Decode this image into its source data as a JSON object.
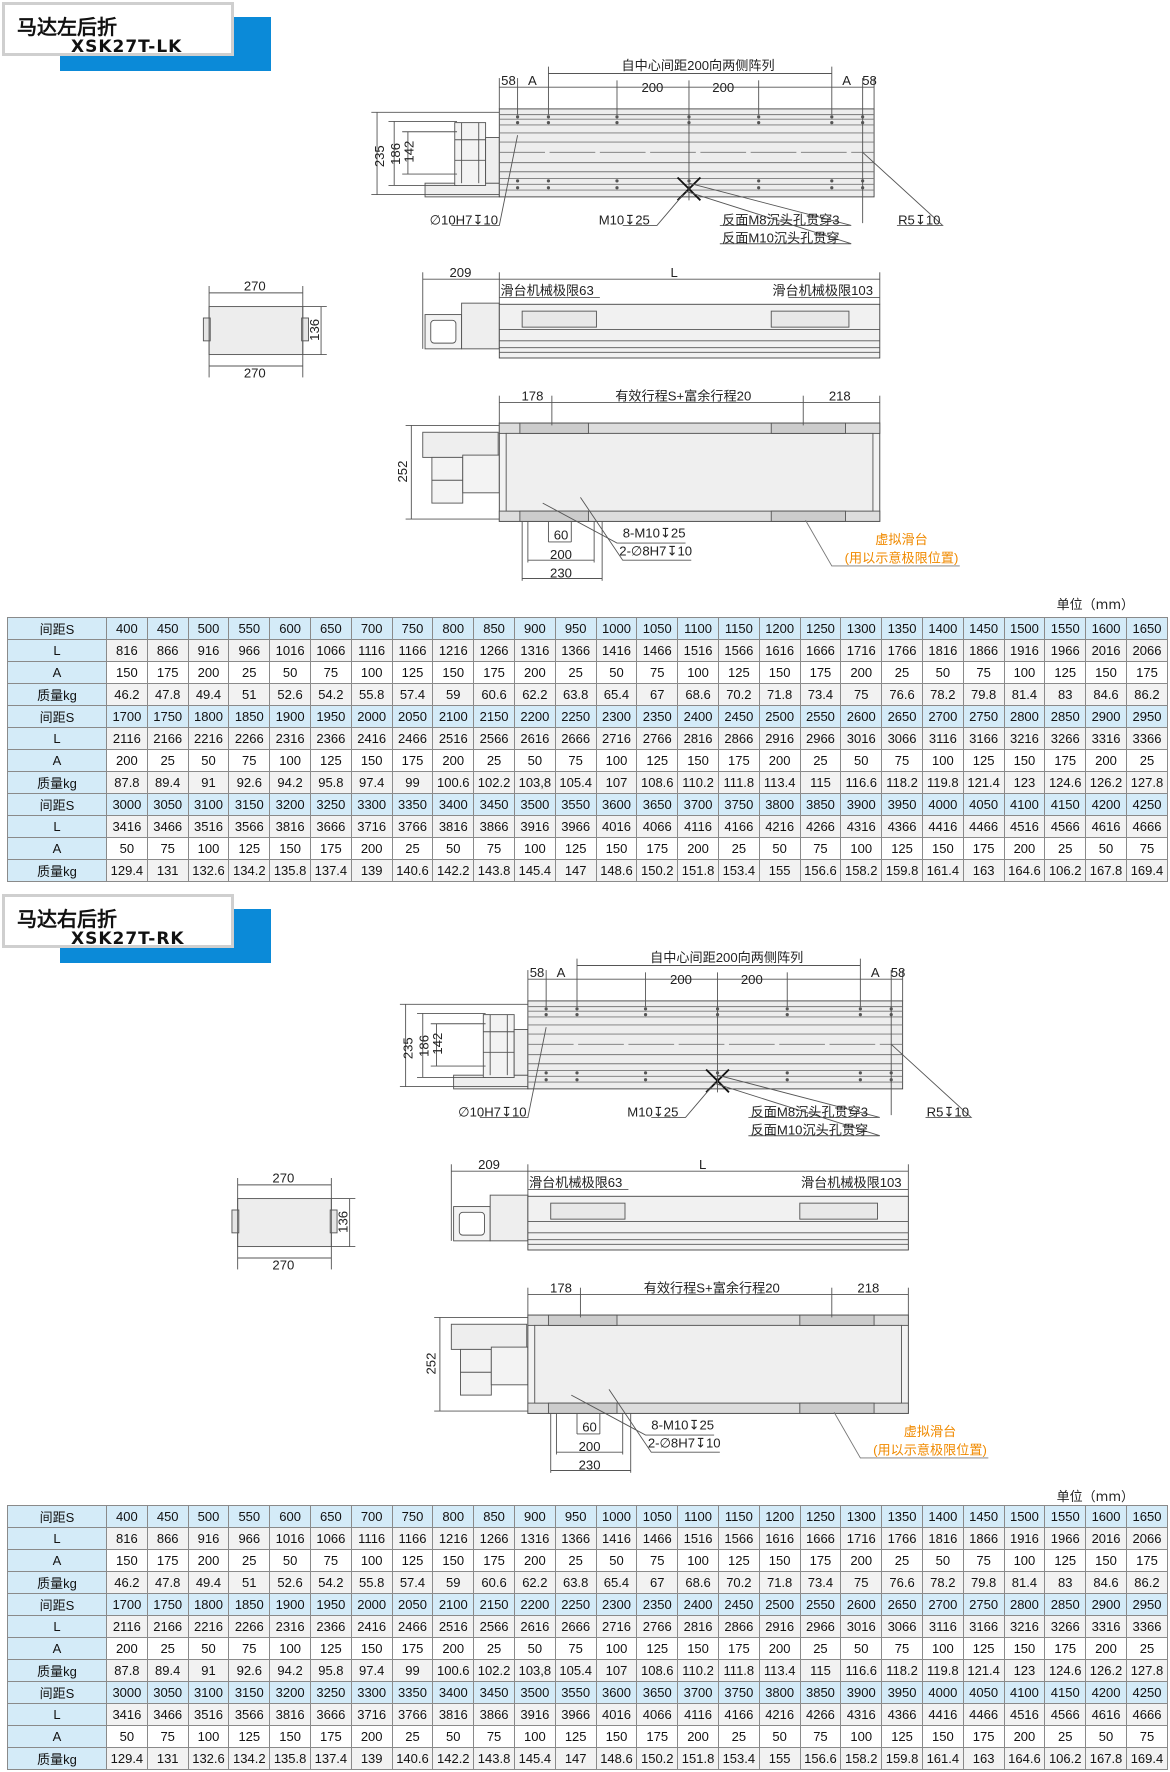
{
  "sections": [
    {
      "title": "马达左后折",
      "model": "XSK27T-LK",
      "unit": "单位（mm）",
      "table": {
        "rows": [
          {
            "label": "间距S",
            "type": "s",
            "values": [
              "400",
              "450",
              "500",
              "550",
              "600",
              "650",
              "700",
              "750",
              "800",
              "850",
              "900",
              "950",
              "1000",
              "1050",
              "1100",
              "1150",
              "1200",
              "1250",
              "1300",
              "1350",
              "1400",
              "1450",
              "1500",
              "1550",
              "1600",
              "1650"
            ]
          },
          {
            "label": "L",
            "type": "l",
            "values": [
              "816",
              "866",
              "916",
              "966",
              "1016",
              "1066",
              "1116",
              "1166",
              "1216",
              "1266",
              "1316",
              "1366",
              "1416",
              "1466",
              "1516",
              "1566",
              "1616",
              "1666",
              "1716",
              "1766",
              "1816",
              "1866",
              "1916",
              "1966",
              "2016",
              "2066"
            ]
          },
          {
            "label": "A",
            "type": "a",
            "values": [
              "150",
              "175",
              "200",
              "25",
              "50",
              "75",
              "100",
              "125",
              "150",
              "175",
              "200",
              "25",
              "50",
              "75",
              "100",
              "125",
              "150",
              "175",
              "200",
              "25",
              "50",
              "75",
              "100",
              "125",
              "150",
              "175"
            ]
          },
          {
            "label": "质量kg",
            "type": "m",
            "values": [
              "46.2",
              "47.8",
              "49.4",
              "51",
              "52.6",
              "54.2",
              "55.8",
              "57.4",
              "59",
              "60.6",
              "62.2",
              "63.8",
              "65.4",
              "67",
              "68.6",
              "70.2",
              "71.8",
              "73.4",
              "75",
              "76.6",
              "78.2",
              "79.8",
              "81.4",
              "83",
              "84.6",
              "86.2"
            ]
          },
          {
            "label": "间距S",
            "type": "s",
            "values": [
              "1700",
              "1750",
              "1800",
              "1850",
              "1900",
              "1950",
              "2000",
              "2050",
              "2100",
              "2150",
              "2200",
              "2250",
              "2300",
              "2350",
              "2400",
              "2450",
              "2500",
              "2550",
              "2600",
              "2650",
              "2700",
              "2750",
              "2800",
              "2850",
              "2900",
              "2950"
            ]
          },
          {
            "label": "L",
            "type": "l",
            "values": [
              "2116",
              "2166",
              "2216",
              "2266",
              "2316",
              "2366",
              "2416",
              "2466",
              "2516",
              "2566",
              "2616",
              "2666",
              "2716",
              "2766",
              "2816",
              "2866",
              "2916",
              "2966",
              "3016",
              "3066",
              "3116",
              "3166",
              "3216",
              "3266",
              "3316",
              "3366"
            ]
          },
          {
            "label": "A",
            "type": "a",
            "values": [
              "200",
              "25",
              "50",
              "75",
              "100",
              "125",
              "150",
              "175",
              "200",
              "25",
              "50",
              "75",
              "100",
              "125",
              "150",
              "175",
              "200",
              "25",
              "50",
              "75",
              "100",
              "125",
              "150",
              "175",
              "200",
              "25"
            ]
          },
          {
            "label": "质量kg",
            "type": "m",
            "values": [
              "87.8",
              "89.4",
              "91",
              "92.6",
              "94.2",
              "95.8",
              "97.4",
              "99",
              "100.6",
              "102.2",
              "103,8",
              "105.4",
              "107",
              "108.6",
              "110.2",
              "111.8",
              "113.4",
              "115",
              "116.6",
              "118.2",
              "119.8",
              "121.4",
              "123",
              "124.6",
              "126.2",
              "127.8"
            ]
          },
          {
            "label": "间距S",
            "type": "s",
            "values": [
              "3000",
              "3050",
              "3100",
              "3150",
              "3200",
              "3250",
              "3300",
              "3350",
              "3400",
              "3450",
              "3500",
              "3550",
              "3600",
              "3650",
              "3700",
              "3750",
              "3800",
              "3850",
              "3900",
              "3950",
              "4000",
              "4050",
              "4100",
              "4150",
              "4200",
              "4250"
            ]
          },
          {
            "label": "L",
            "type": "l",
            "values": [
              "3416",
              "3466",
              "3516",
              "3566",
              "3816",
              "3666",
              "3716",
              "3766",
              "3816",
              "3866",
              "3916",
              "3966",
              "4016",
              "4066",
              "4116",
              "4166",
              "4216",
              "4266",
              "4316",
              "4366",
              "4416",
              "4466",
              "4516",
              "4566",
              "4616",
              "4666"
            ]
          },
          {
            "label": "A",
            "type": "a",
            "values": [
              "50",
              "75",
              "100",
              "125",
              "150",
              "175",
              "200",
              "25",
              "50",
              "75",
              "100",
              "125",
              "150",
              "175",
              "200",
              "25",
              "50",
              "75",
              "100",
              "125",
              "150",
              "175",
              "200",
              "25",
              "50",
              "75"
            ]
          },
          {
            "label": "质量kg",
            "type": "m",
            "values": [
              "129.4",
              "131",
              "132.6",
              "134.2",
              "135.8",
              "137.4",
              "139",
              "140.6",
              "142.2",
              "143.8",
              "145.4",
              "147",
              "148.6",
              "150.2",
              "151.8",
              "153.4",
              "155",
              "156.6",
              "158.2",
              "159.8",
              "161.4",
              "163",
              "164.6",
              "106.2",
              "167.8",
              "169.4"
            ]
          }
        ]
      }
    },
    {
      "title": "马达右后折",
      "model": "XSK27T-RK",
      "unit": "单位（mm）",
      "table": {
        "rows": [
          {
            "label": "间距S",
            "type": "s",
            "values": [
              "400",
              "450",
              "500",
              "550",
              "600",
              "650",
              "700",
              "750",
              "800",
              "850",
              "900",
              "950",
              "1000",
              "1050",
              "1100",
              "1150",
              "1200",
              "1250",
              "1300",
              "1350",
              "1400",
              "1450",
              "1500",
              "1550",
              "1600",
              "1650"
            ]
          },
          {
            "label": "L",
            "type": "l",
            "values": [
              "816",
              "866",
              "916",
              "966",
              "1016",
              "1066",
              "1116",
              "1166",
              "1216",
              "1266",
              "1316",
              "1366",
              "1416",
              "1466",
              "1516",
              "1566",
              "1616",
              "1666",
              "1716",
              "1766",
              "1816",
              "1866",
              "1916",
              "1966",
              "2016",
              "2066"
            ]
          },
          {
            "label": "A",
            "type": "a",
            "values": [
              "150",
              "175",
              "200",
              "25",
              "50",
              "75",
              "100",
              "125",
              "150",
              "175",
              "200",
              "25",
              "50",
              "75",
              "100",
              "125",
              "150",
              "175",
              "200",
              "25",
              "50",
              "75",
              "100",
              "125",
              "150",
              "175"
            ]
          },
          {
            "label": "质量kg",
            "type": "m",
            "values": [
              "46.2",
              "47.8",
              "49.4",
              "51",
              "52.6",
              "54.2",
              "55.8",
              "57.4",
              "59",
              "60.6",
              "62.2",
              "63.8",
              "65.4",
              "67",
              "68.6",
              "70.2",
              "71.8",
              "73.4",
              "75",
              "76.6",
              "78.2",
              "79.8",
              "81.4",
              "83",
              "84.6",
              "86.2"
            ]
          },
          {
            "label": "间距S",
            "type": "s",
            "values": [
              "1700",
              "1750",
              "1800",
              "1850",
              "1900",
              "1950",
              "2000",
              "2050",
              "2100",
              "2150",
              "2200",
              "2250",
              "2300",
              "2350",
              "2400",
              "2450",
              "2500",
              "2550",
              "2600",
              "2650",
              "2700",
              "2750",
              "2800",
              "2850",
              "2900",
              "2950"
            ]
          },
          {
            "label": "L",
            "type": "l",
            "values": [
              "2116",
              "2166",
              "2216",
              "2266",
              "2316",
              "2366",
              "2416",
              "2466",
              "2516",
              "2566",
              "2616",
              "2666",
              "2716",
              "2766",
              "2816",
              "2866",
              "2916",
              "2966",
              "3016",
              "3066",
              "3116",
              "3166",
              "3216",
              "3266",
              "3316",
              "3366"
            ]
          },
          {
            "label": "A",
            "type": "a",
            "values": [
              "200",
              "25",
              "50",
              "75",
              "100",
              "125",
              "150",
              "175",
              "200",
              "25",
              "50",
              "75",
              "100",
              "125",
              "150",
              "175",
              "200",
              "25",
              "50",
              "75",
              "100",
              "125",
              "150",
              "175",
              "200",
              "25"
            ]
          },
          {
            "label": "质量kg",
            "type": "m",
            "values": [
              "87.8",
              "89.4",
              "91",
              "92.6",
              "94.2",
              "95.8",
              "97.4",
              "99",
              "100.6",
              "102.2",
              "103,8",
              "105.4",
              "107",
              "108.6",
              "110.2",
              "111.8",
              "113.4",
              "115",
              "116.6",
              "118.2",
              "119.8",
              "121.4",
              "123",
              "124.6",
              "126.2",
              "127.8"
            ]
          },
          {
            "label": "间距S",
            "type": "s",
            "values": [
              "3000",
              "3050",
              "3100",
              "3150",
              "3200",
              "3250",
              "3300",
              "3350",
              "3400",
              "3450",
              "3500",
              "3550",
              "3600",
              "3650",
              "3700",
              "3750",
              "3800",
              "3850",
              "3900",
              "3950",
              "4000",
              "4050",
              "4100",
              "4150",
              "4200",
              "4250"
            ]
          },
          {
            "label": "L",
            "type": "l",
            "values": [
              "3416",
              "3466",
              "3516",
              "3566",
              "3816",
              "3666",
              "3716",
              "3766",
              "3816",
              "3866",
              "3916",
              "3966",
              "4016",
              "4066",
              "4116",
              "4166",
              "4216",
              "4266",
              "4316",
              "4366",
              "4416",
              "4466",
              "4516",
              "4566",
              "4616",
              "4666"
            ]
          },
          {
            "label": "A",
            "type": "a",
            "values": [
              "50",
              "75",
              "100",
              "125",
              "150",
              "175",
              "200",
              "25",
              "50",
              "75",
              "100",
              "125",
              "150",
              "175",
              "200",
              "25",
              "50",
              "75",
              "100",
              "125",
              "150",
              "175",
              "200",
              "25",
              "50",
              "75"
            ]
          },
          {
            "label": "质量kg",
            "type": "m",
            "values": [
              "129.4",
              "131",
              "132.6",
              "134.2",
              "135.8",
              "137.4",
              "139",
              "140.6",
              "142.2",
              "143.8",
              "145.4",
              "147",
              "148.6",
              "150.2",
              "151.8",
              "153.4",
              "155",
              "156.6",
              "158.2",
              "159.8",
              "161.4",
              "163",
              "164.6",
              "106.2",
              "167.8",
              "169.4"
            ]
          }
        ]
      }
    }
  ],
  "drawing": {
    "array_note": "自中心间距200向两侧阵列",
    "dim_58": "58",
    "dim_a": "A",
    "dim_200": "200",
    "dim_235": "235",
    "dim_186": "186",
    "dim_142": "142",
    "pin_hole": "∅10H7↧10",
    "m10_thread": "M10↧25",
    "back_m8": "反面M8沉头孔贯穿3",
    "back_m10": "反面M10沉头孔贯穿",
    "r5": "R5↧10",
    "dim_270": "270",
    "dim_136": "136",
    "dim_209": "209",
    "dim_l": "L",
    "limit_63": "滑台机械极限63",
    "limit_103": "滑台机械极限103",
    "dim_178": "178",
    "stroke_note": "有效行程S+富余行程20",
    "dim_218": "218",
    "dim_252": "252",
    "carriage_holes": "8-M10↧25",
    "carriage_pins": "2-∅8H7↧10",
    "dim_60": "60",
    "dim_230": "230",
    "virtual_slide": "虚拟滑台",
    "virtual_note": "(用以示意极限位置)",
    "accent_color": "#f08a00",
    "header_blue": "#0b8ad8"
  }
}
